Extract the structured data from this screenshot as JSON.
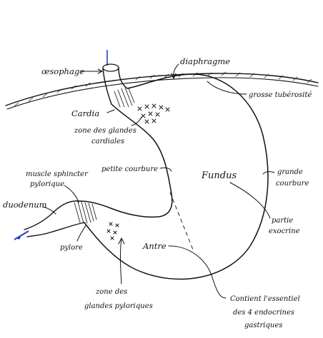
{
  "labels": {
    "oesophage": "œsophage",
    "diaphragme": "diaphragme",
    "grosse_tuberosite": "grosse tubérosité",
    "cardia": "Cardia",
    "zone_glandes_cardiales_1": "zone des glandes",
    "zone_glandes_cardiales_2": "cardiales",
    "petite_courbure": "petite courbure",
    "muscle_sphincter_1": "muscle sphincter",
    "muscle_sphincter_2": "pylorique",
    "duodenum": "duodenum",
    "pylore": "pylore",
    "fundus": "Fundus",
    "grande_courbure_1": "grande",
    "grande_courbure_2": "courbure",
    "partie_exocrine_1": "partie",
    "partie_exocrine_2": "exocrine",
    "antre": "Antre",
    "zone_glandes_pyloriques_1": "zone des",
    "zone_glandes_pyloriques_2": "glandes pyloriques",
    "contient_1": "Contient l'essentiel",
    "contient_2": "des 4 endocrines",
    "contient_3": "gastriques"
  },
  "colors": {
    "ink": "#111111",
    "oesophagus_marker": "#2a3fbf",
    "duodenum_marker": "#2a3fbf"
  }
}
